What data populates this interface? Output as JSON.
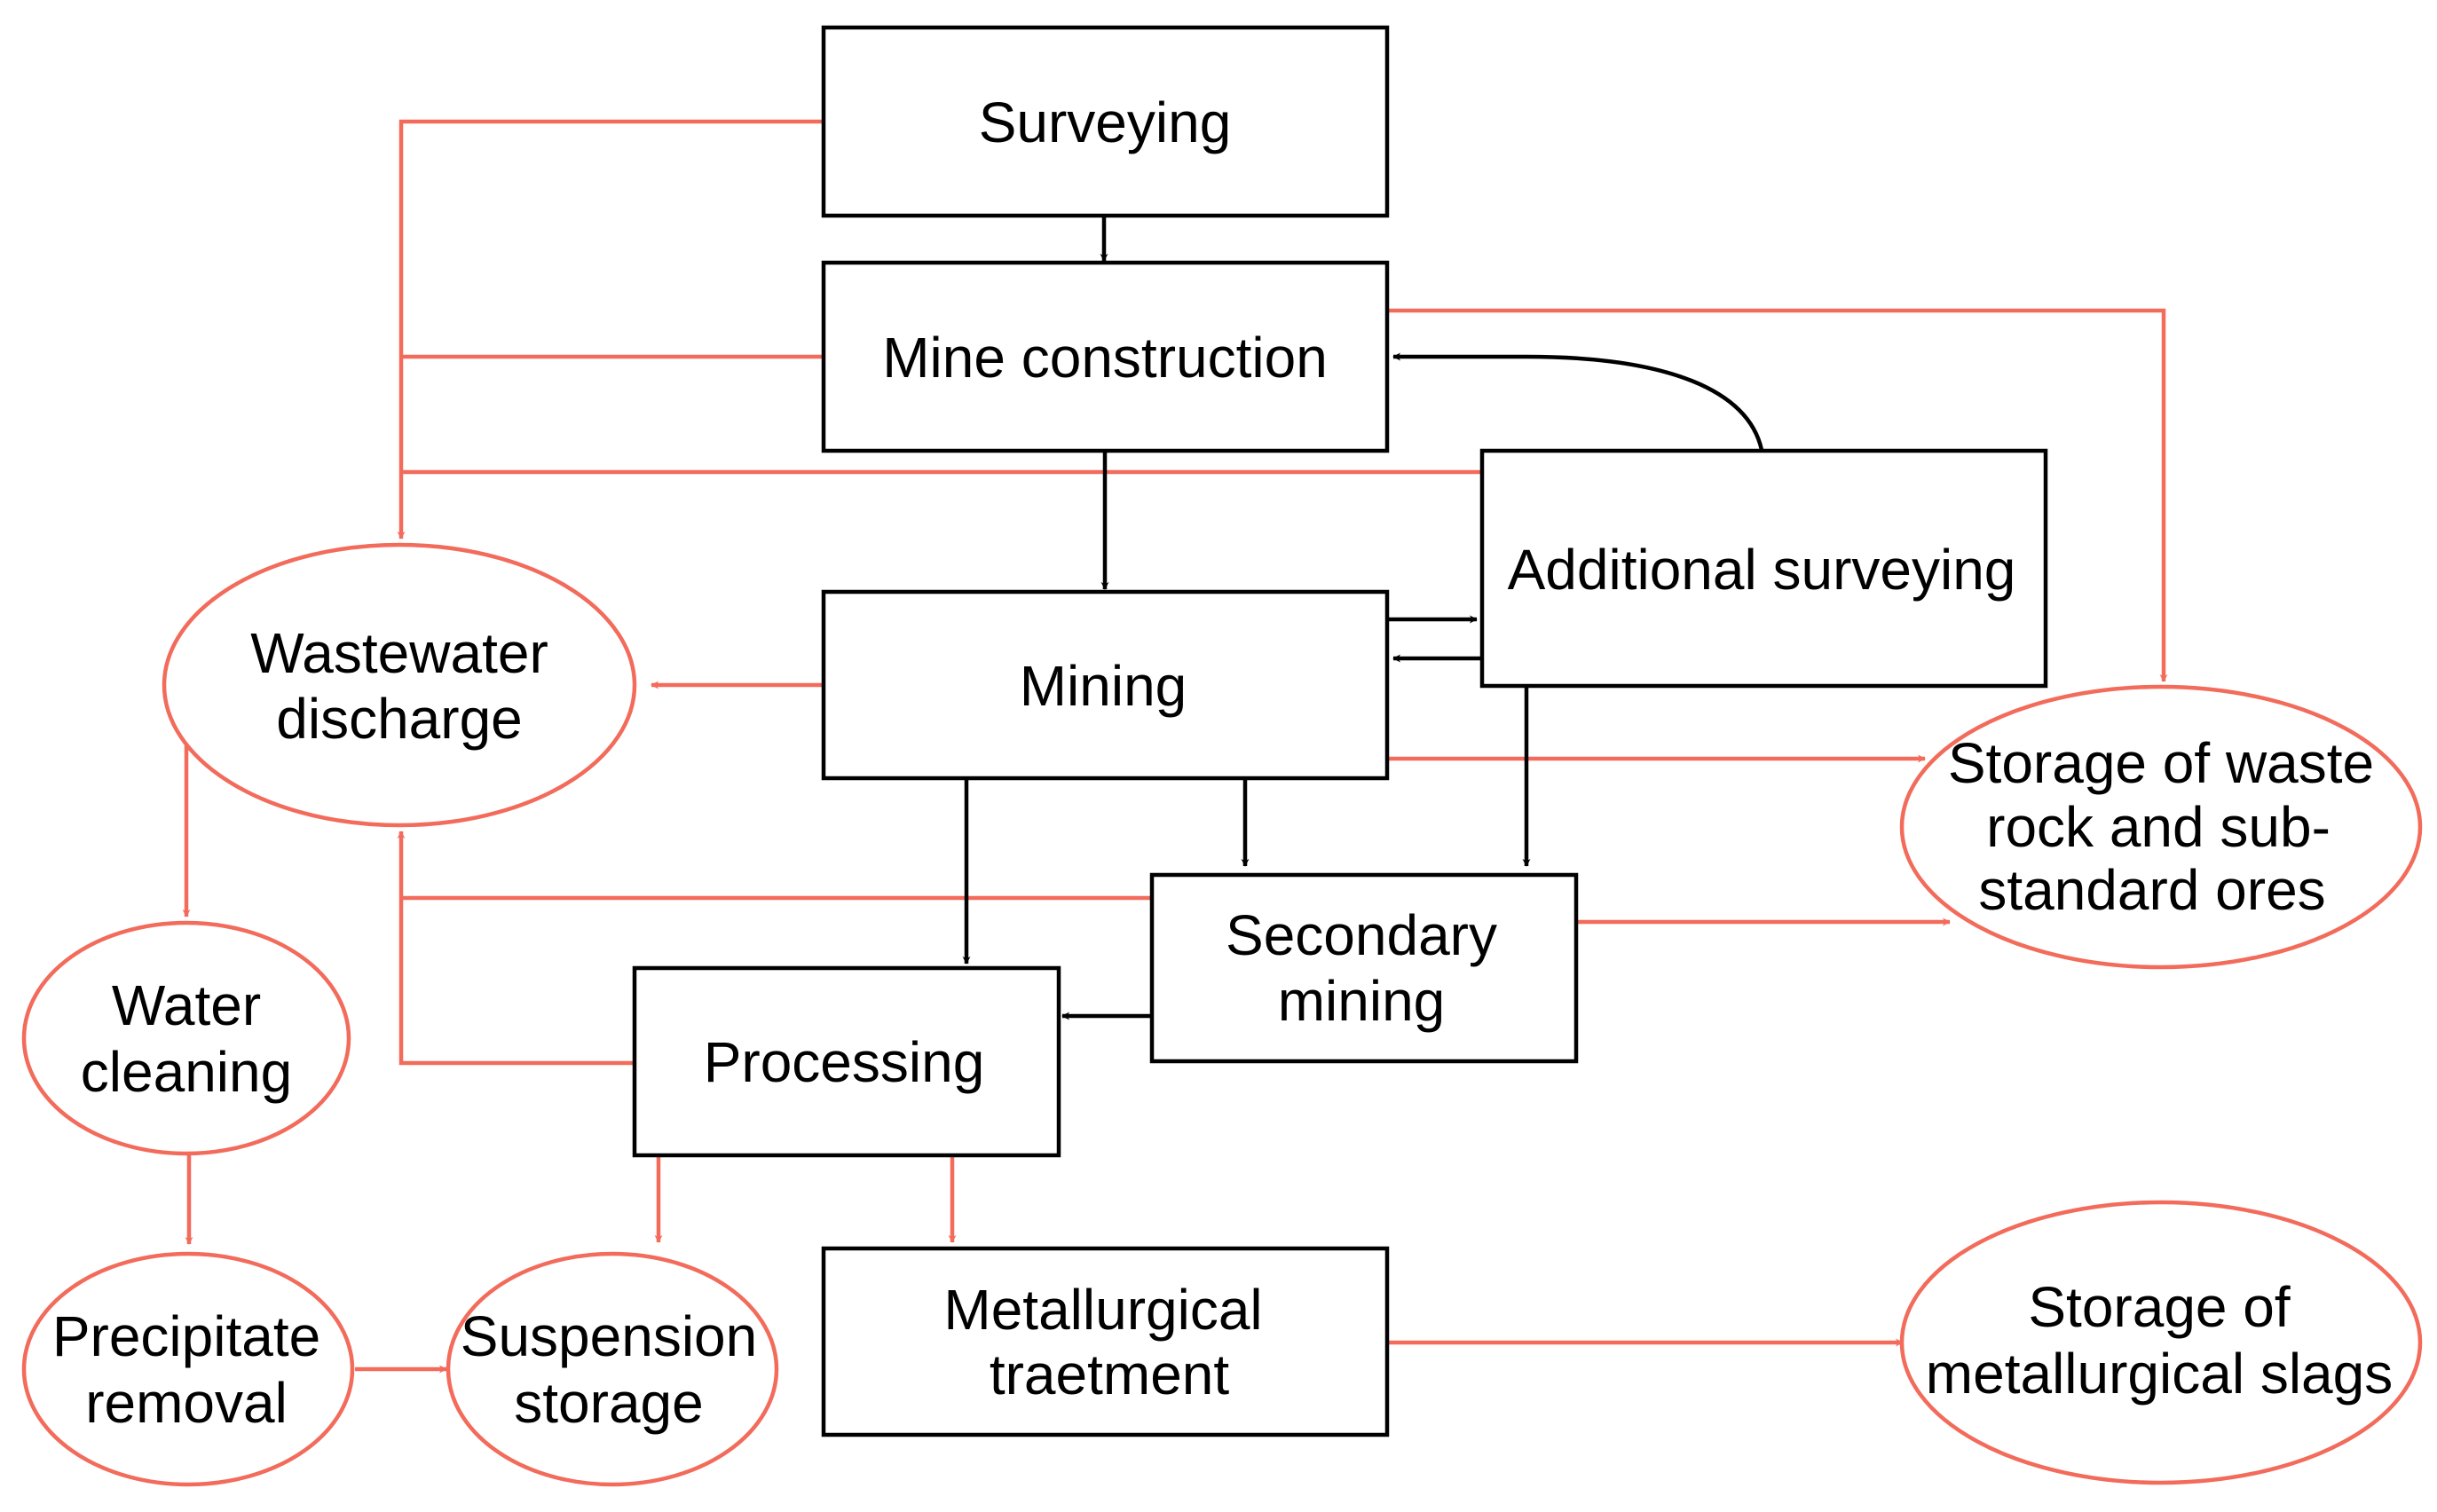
{
  "colors": {
    "process_stroke": "#000000",
    "waste_stroke": "#f26b5b",
    "background": "#ffffff"
  },
  "nodes": {
    "surveying": "Surveying",
    "mine_construction": "Mine construction",
    "additional_surveying": "Additional surveying",
    "mining": "Mining",
    "secondary_mining": [
      "Secondary",
      "mining"
    ],
    "processing": "Processing",
    "metallurgical_treatment": [
      "Metallurgical",
      "traetment"
    ],
    "wastewater_discharge": [
      "Wastewater",
      "discharge"
    ],
    "water_cleaning": [
      "Water",
      "cleaning"
    ],
    "precipitate_removal": [
      "Precipitate",
      "removal"
    ],
    "suspension_storage": [
      "Suspension",
      "storage"
    ],
    "waste_rock_storage": [
      "Storage of waste",
      "rock and sub-",
      "standard ores"
    ],
    "slag_storage": [
      "Storage of",
      "metallurgical slags"
    ]
  }
}
